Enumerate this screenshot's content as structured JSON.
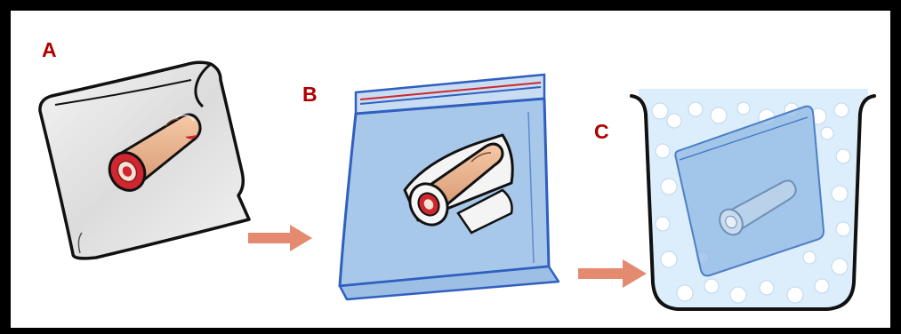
{
  "labels": {
    "a": "A",
    "b": "B",
    "c": "C"
  },
  "colors": {
    "label": "#b00000",
    "arrow": "#e38a6f",
    "bag_fill": "#a8c8ea",
    "bag_stroke": "#2f5fc0",
    "ice_fill": "#dceefb",
    "finger_skin": "#e8b28e",
    "blood": "#d0262f"
  },
  "steps": [
    {
      "id": "A",
      "icon": "finger-wrapped-in-cloth-icon"
    },
    {
      "id": "B",
      "icon": "finger-in-zip-bag-icon"
    },
    {
      "id": "C",
      "icon": "bag-in-ice-water-container-icon"
    }
  ]
}
